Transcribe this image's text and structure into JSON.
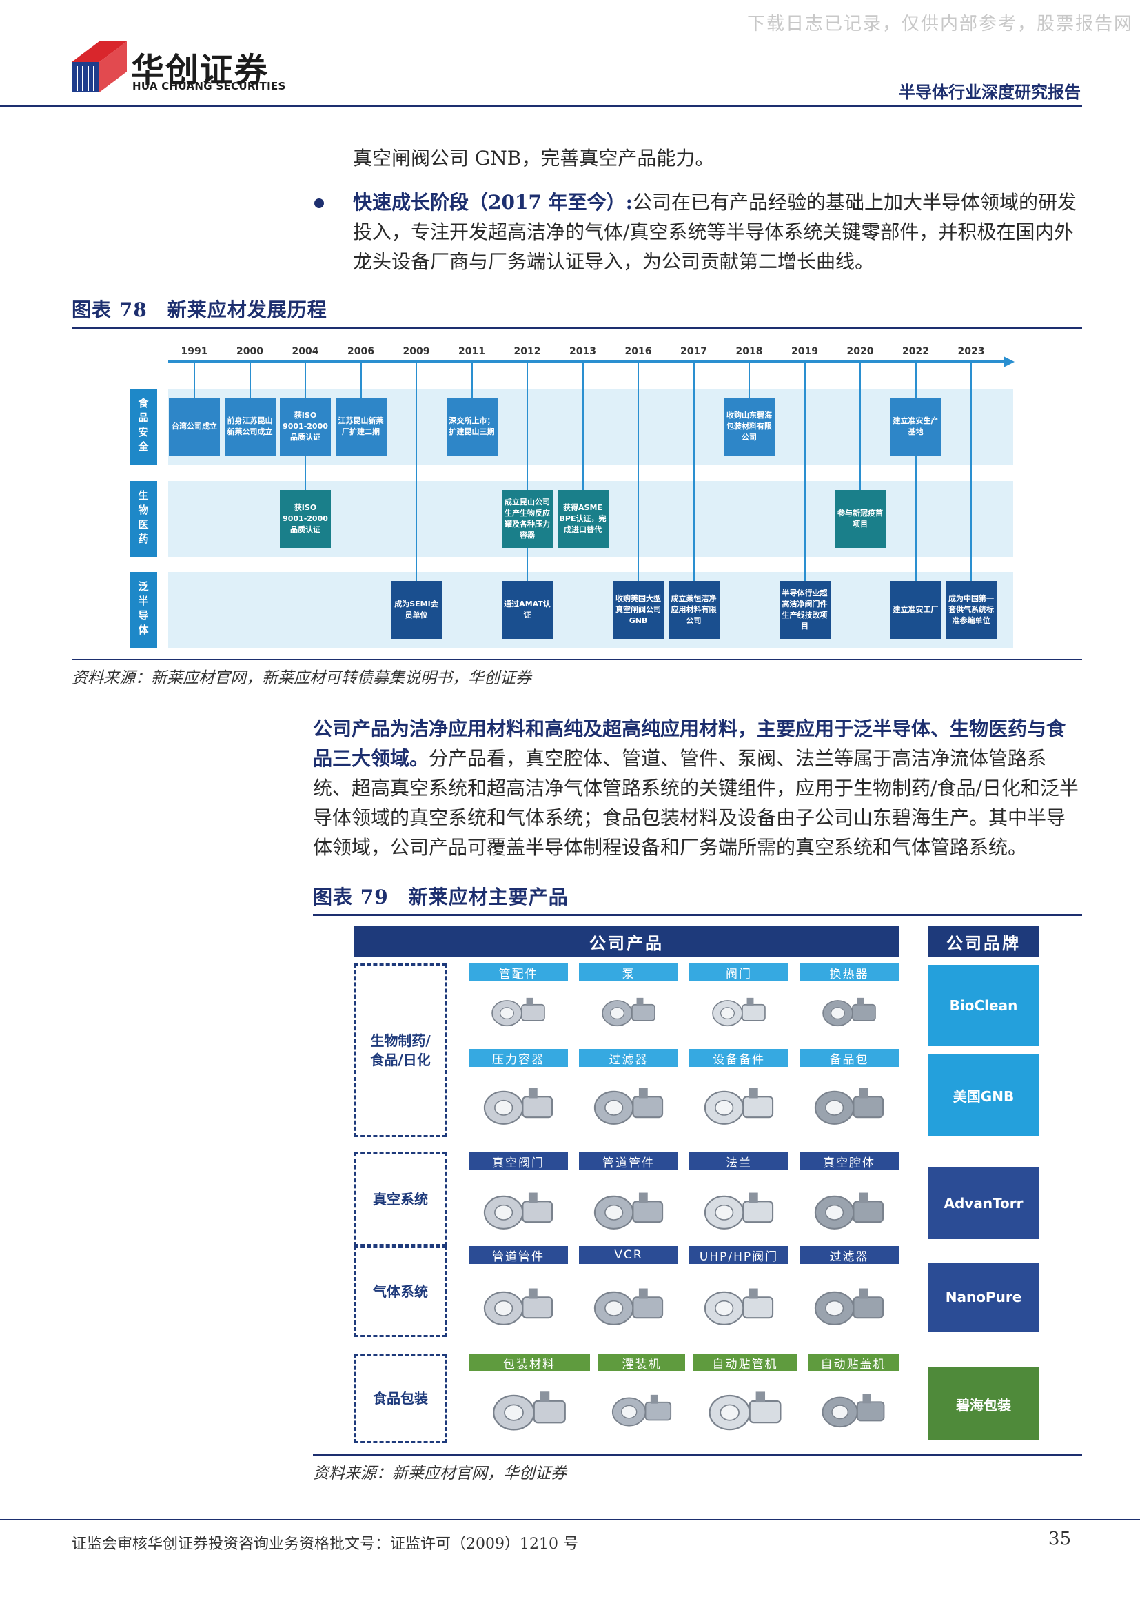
{
  "header": {
    "watermark": "下载日志已记录，仅供内部参考，股票报告网",
    "logo_cn": "华创证券",
    "logo_en": "HUA CHUANG SECURITIES",
    "report_type": "半导体行业深度研究报告",
    "colors": {
      "brand_blue": "#1d2f6f",
      "logo_red": "#d9262c"
    }
  },
  "intro": {
    "line1": "真空闸阀公司 GNB，完善真空产品能力。",
    "bullet_bold": "快速成长阶段（2017 年至今）:",
    "bullet_text": "公司在已有产品经验的基础上加大半导体领域的研发投入，专注开发超高洁净的气体/真空系统等半导体系统关键零部件，并积极在国内外龙头设备厂商与厂务端认证导入，为公司贡献第二增长曲线。"
  },
  "fig78": {
    "title": "图表 78　新莱应材发展历程",
    "years": [
      "1991",
      "2000",
      "2004",
      "2006",
      "2009",
      "2011",
      "2012",
      "2013",
      "2016",
      "2017",
      "2018",
      "2019",
      "2020",
      "2022",
      "2023"
    ],
    "bands": [
      {
        "label": "食品安全"
      },
      {
        "label": "生物医药"
      },
      {
        "label": "泛半导体"
      }
    ],
    "boxes": [
      {
        "text": "台湾公司成立",
        "year_index": 0,
        "band": 0
      },
      {
        "text": "前身江苏昆山新莱公司成立",
        "year_index": 1,
        "band": 0
      },
      {
        "text": "获ISO 9001-2000品质认证",
        "year_index": 2,
        "band": 0
      },
      {
        "text": "江苏昆山新莱厂扩建二期",
        "year_index": 3,
        "band": 0
      },
      {
        "text": "深交所上市；扩建昆山三期",
        "year_index": 5,
        "band": 0
      },
      {
        "text": "收购山东碧海包装材料有限公司",
        "year_index": 10,
        "band": 0
      },
      {
        "text": "建立准安生产基地",
        "year_index": 13,
        "band": 0
      },
      {
        "text": "获ISO 9001-2000品质认证",
        "year_index": 2,
        "band": 1
      },
      {
        "text": "成立昆山公司生产生物反应罐及各种压力容器",
        "year_index": 6,
        "band": 1
      },
      {
        "text": "获得ASME BPE认证，完成进口替代",
        "year_index": 7,
        "band": 1
      },
      {
        "text": "参与新冠疫苗项目",
        "year_index": 12,
        "band": 1
      },
      {
        "text": "成为SEMI会员单位",
        "year_index": 4,
        "band": 2
      },
      {
        "text": "通过AMAT认证",
        "year_index": 6,
        "band": 2
      },
      {
        "text": "收购美国大型真空闸阀公司GNB",
        "year_index": 8,
        "band": 2
      },
      {
        "text": "成立莱恒洁净应用材料有限公司",
        "year_index": 9,
        "band": 2
      },
      {
        "text": "半导体行业超高洁净阀门件生产线技改项目",
        "year_index": 11,
        "band": 2
      },
      {
        "text": "建立准安工厂",
        "year_index": 13,
        "band": 2
      },
      {
        "text": "成为中国第一套供气系统标准参编单位",
        "year_index": 14,
        "band": 2
      }
    ],
    "source": "资料来源：新莱应材官网，新莱应材可转债募集说明书，华创证券"
  },
  "body2": {
    "bold": "公司产品为洁净应用材料和高纯及超高纯应用材料，主要应用于泛半导体、生物医药与食品三大领域。",
    "text": "分产品看，真空腔体、管道、管件、泵阀、法兰等属于高洁净流体管路系统、超高真空系统和超高洁净气体管路系统的关键组件，应用于生物制药/食品/日化和泛半导体领域的真空系统和气体系统；食品包装材料及设备由子公司山东碧海生产。其中半导体领域，公司产品可覆盖半导体制程设备和厂务端所需的真空系统和气体管路系统。"
  },
  "fig79": {
    "title": "图表 79　新莱应材主要产品",
    "col_products": "公司产品",
    "col_brand": "公司品牌",
    "categories": [
      {
        "label": "生物制药/食品/日化"
      },
      {
        "label": "真空系统"
      },
      {
        "label": "气体系统"
      },
      {
        "label": "食品包装"
      }
    ],
    "products": {
      "bio_row1": [
        "管配件",
        "泵",
        "阀门",
        "换热器"
      ],
      "bio_row2": [
        "压力容器",
        "过滤器",
        "设备备件",
        "备品包"
      ],
      "vacuum": [
        "真空阀门",
        "管道管件",
        "法兰",
        "真空腔体"
      ],
      "gas": [
        "管道管件",
        "VCR",
        "UHP/HP阀门",
        "过滤器"
      ],
      "food": [
        "包装材料",
        "灌装机",
        "自动贴管机",
        "自动贴盖机"
      ]
    },
    "brands": [
      {
        "name": "BioClean",
        "color": "#24a0dc"
      },
      {
        "name": "美国GNB",
        "color": "#24a0dc"
      },
      {
        "name": "AdvanTorr",
        "color": "#2b4c95"
      },
      {
        "name": "NanoPure",
        "color": "#2b4c95"
      },
      {
        "name": "碧海包装",
        "color": "#4f8a3a"
      }
    ],
    "source": "资料来源：新莱应材官网，华创证券"
  },
  "footer": {
    "text": "证监会审核华创证券投资咨询业务资格批文号：证监许可（2009）1210 号",
    "page": "35"
  }
}
